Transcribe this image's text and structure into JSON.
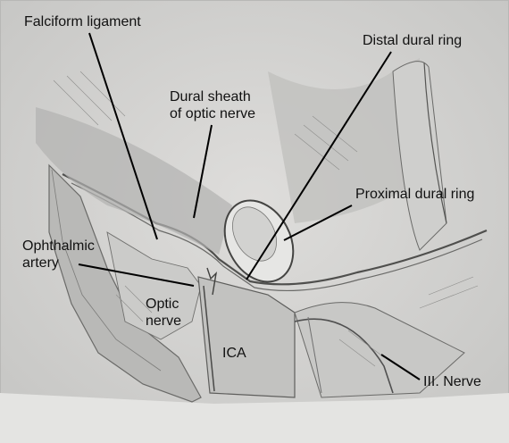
{
  "labels": {
    "falciform_ligament": "Falciform ligament",
    "distal_dural_ring": "Distal dural ring",
    "dural_sheath_line1": "Dural sheath",
    "dural_sheath_line2": "of optic nerve",
    "proximal_dural_ring": "Proximal dural ring",
    "ophthalmic_line1": "Ophthalmic",
    "ophthalmic_line2": "artery",
    "optic_line1": "Optic",
    "optic_line2": "nerve",
    "ica": "ICA",
    "third_nerve": "III. Nerve"
  },
  "colors": {
    "paper": "#d4d4d2",
    "pencil": "#5a5a58",
    "leader_line": "#000000",
    "label_text": "#111111"
  }
}
